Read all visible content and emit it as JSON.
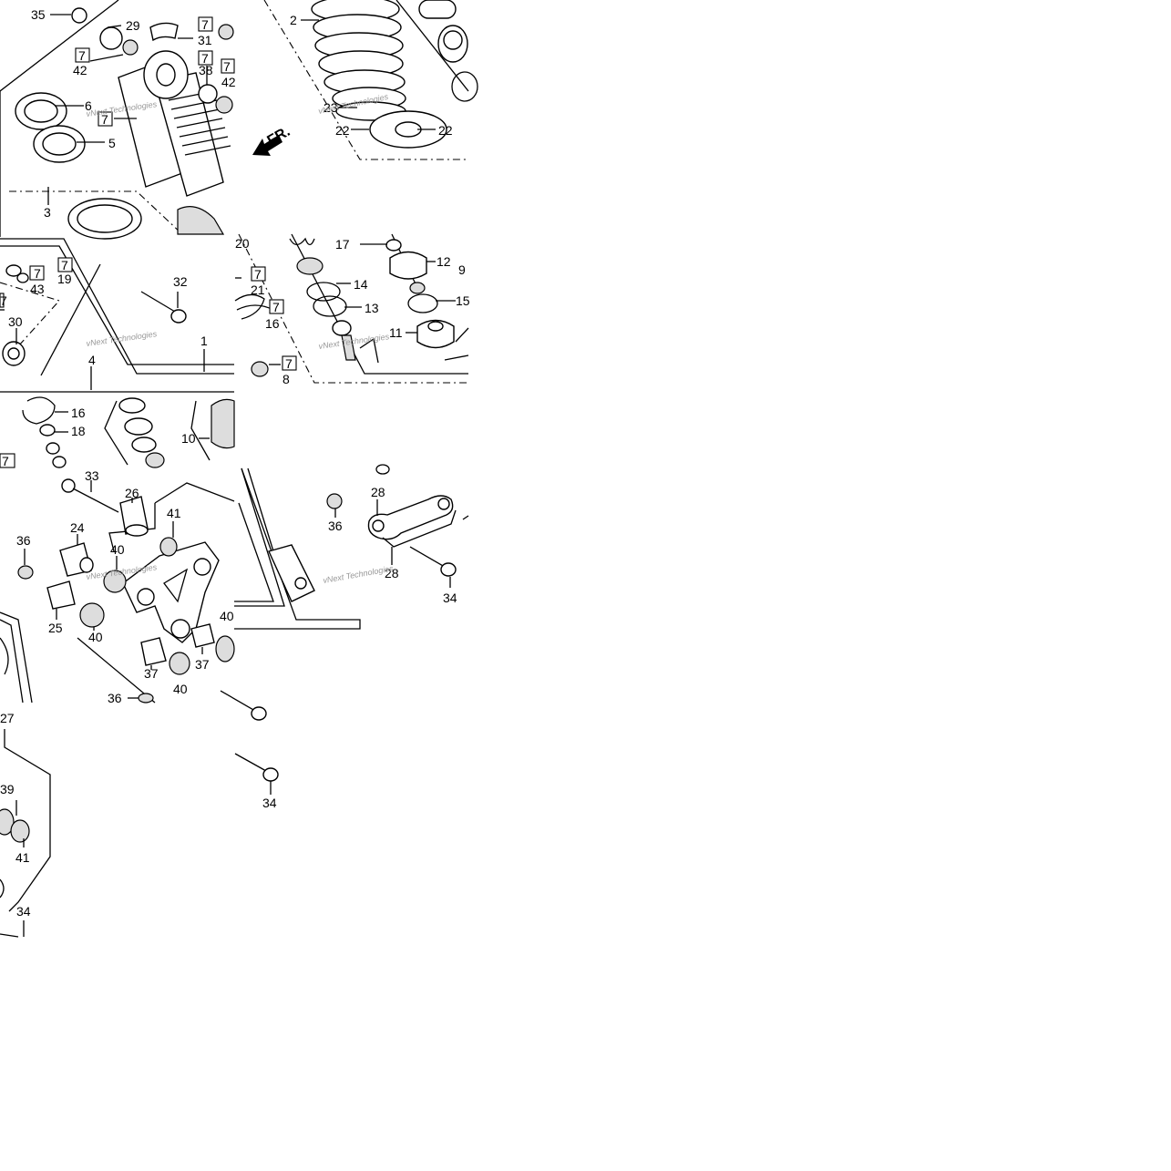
{
  "diagram": {
    "watermark": "vNext Technologies",
    "front_arrow": "FR.",
    "box_code": "7",
    "labels": [
      "35",
      "29",
      "31",
      "42",
      "38",
      "42",
      "6",
      "5",
      "3",
      "2",
      "23",
      "22",
      "22",
      "20",
      "17",
      "12",
      "9",
      "43",
      "19",
      "21",
      "14",
      "13",
      "16",
      "15",
      "32",
      "30",
      "11",
      "1",
      "4",
      "8",
      "16",
      "18",
      "10",
      "33",
      "26",
      "41",
      "36",
      "24",
      "40",
      "25",
      "40",
      "37",
      "37",
      "40",
      "40",
      "36",
      "28",
      "36",
      "28",
      "34",
      "27",
      "39",
      "41",
      "34",
      "34"
    ]
  }
}
